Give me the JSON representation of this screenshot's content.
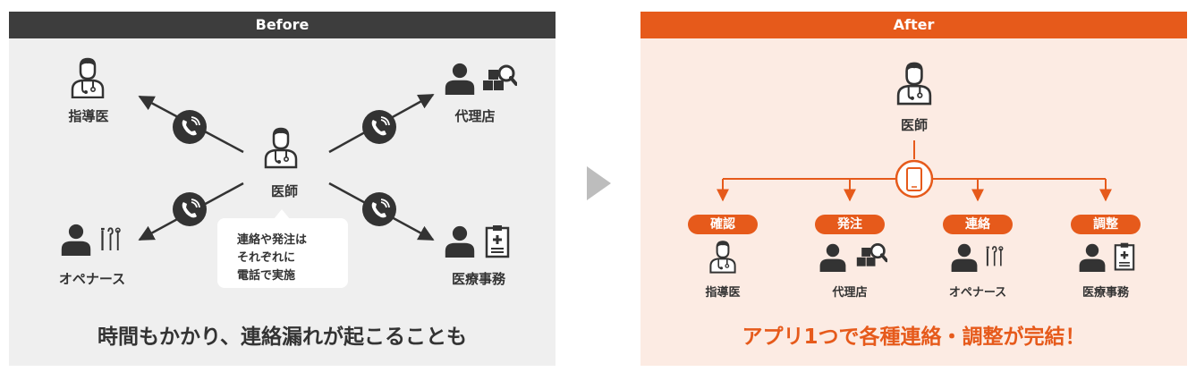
{
  "before": {
    "header": "Before",
    "center_label": "医師",
    "nodes": {
      "top_left": "指導医",
      "top_right": "代理店",
      "bottom_left": "オペナース",
      "bottom_right": "医療事務"
    },
    "bubble_text": "連絡や発注は\nそれぞれに\n電話で実施",
    "caption": "時間もかかり、連絡漏れが起こることも"
  },
  "after": {
    "header": "After",
    "center_label": "医師",
    "branches": [
      {
        "tag": "確認",
        "label": "指導医"
      },
      {
        "tag": "発注",
        "label": "代理店"
      },
      {
        "tag": "連絡",
        "label": "オペナース"
      },
      {
        "tag": "調整",
        "label": "医療事務"
      }
    ],
    "caption": "アプリ1つで各種連絡・調整が完結！"
  },
  "colors": {
    "accent": "#e65a1b",
    "dark": "#333333",
    "before_bg": "#efefef",
    "after_bg": "#fcebe3"
  }
}
